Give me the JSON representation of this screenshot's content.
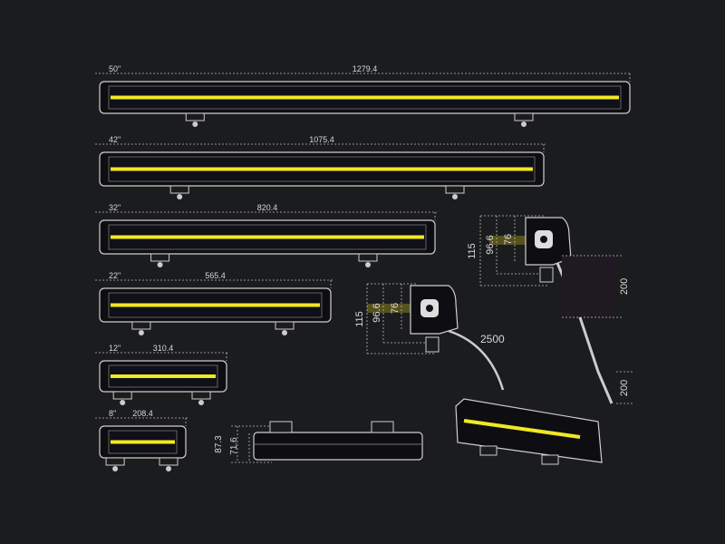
{
  "bars": [
    {
      "size": "50\"",
      "length": "1279.4"
    },
    {
      "size": "42\"",
      "length": "1075.4"
    },
    {
      "size": "32\"",
      "length": "820.4"
    },
    {
      "size": "22\"",
      "length": "565.4"
    },
    {
      "size": "12\"",
      "length": "310.4"
    },
    {
      "size": "8\"",
      "length": "208.4"
    }
  ],
  "side_profile": {
    "height_total": "87.3",
    "height_body": "71.6"
  },
  "end_view_upper": {
    "h1": "115",
    "h2": "96.6",
    "h3": "76",
    "cable1": "200",
    "cable2": "200"
  },
  "end_view_lower": {
    "h1": "115",
    "h2": "96.6",
    "h3": "76",
    "cable": "2500"
  },
  "colors": {
    "background": "#1b1c1e",
    "led": "#f2e822"
  }
}
